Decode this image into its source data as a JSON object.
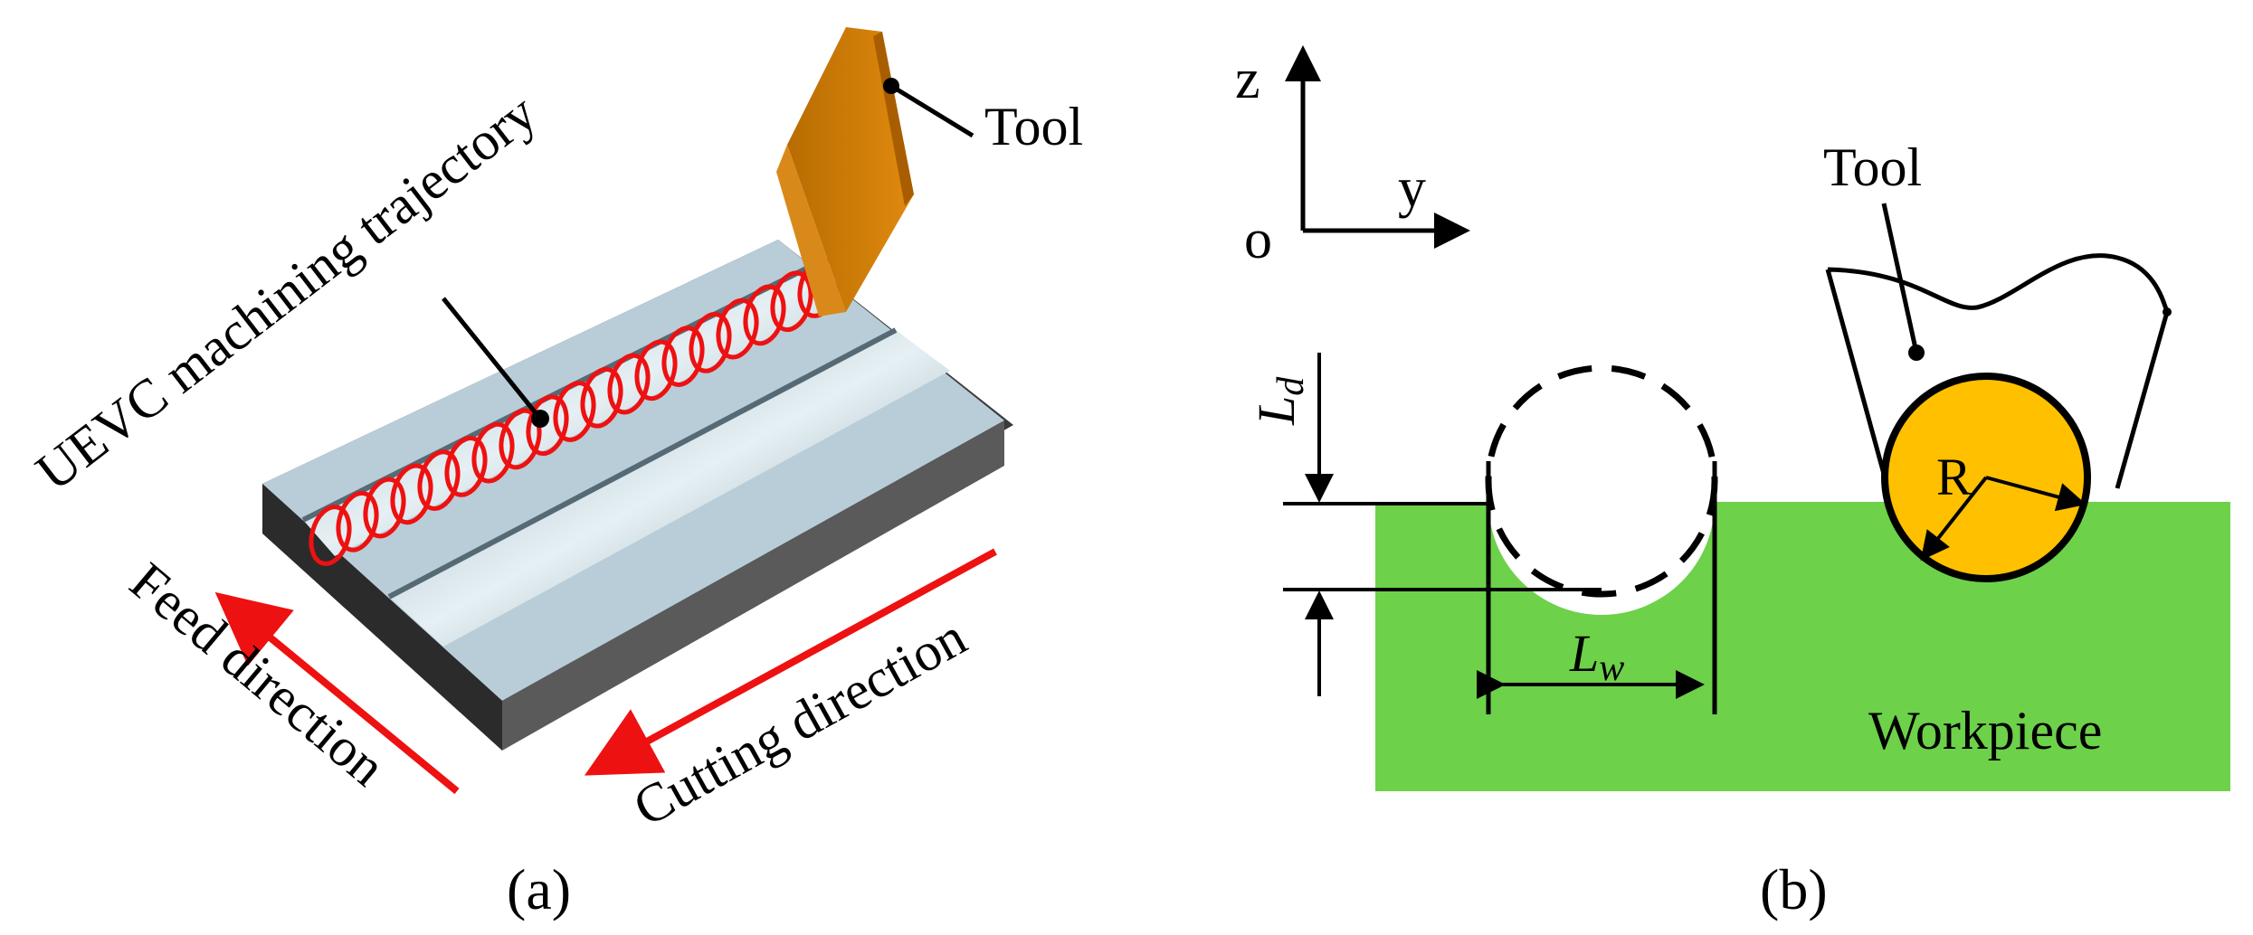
{
  "panel_a": {
    "label": "(a)",
    "tool_label": "Tool",
    "trajectory_label": "UEVC machining trajectory",
    "feed_label": "Feed direction",
    "cutting_label": "Cutting direction"
  },
  "panel_b": {
    "label": "(b)",
    "axis_z": "z",
    "axis_y": "y",
    "axis_o": "o",
    "tool_label": "Tool",
    "radius_label": "R",
    "ld_main": "L",
    "ld_sub": "d",
    "lw_main": "L",
    "lw_sub": "w",
    "workpiece_label": "Workpiece"
  },
  "colors": {
    "arrow_red": "#ee1111",
    "trajectory_red": "#ee1111",
    "tool_orange": "#cc7a00",
    "workpiece_green": "#6dd14a",
    "tool_tip_yellow": "#ffc000",
    "block_top": "#b8cdd8",
    "block_side": "#555555"
  }
}
